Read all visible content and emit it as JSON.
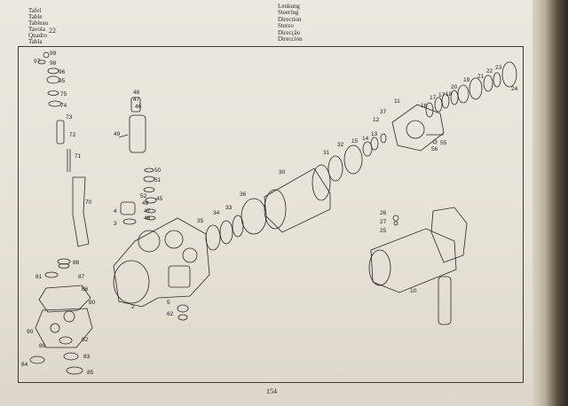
{
  "header": {
    "left_terms": [
      "Tafel",
      "Table",
      "Tableau",
      "Tavola",
      "Quadro",
      "Tabla"
    ],
    "table_number": "22",
    "center_terms": [
      "Lenkung",
      "Steering",
      "Direction",
      "Sterzo",
      "Direcção",
      "Dirección"
    ]
  },
  "page_number": "154",
  "callouts": [
    {
      "id": "99",
      "label": "99"
    },
    {
      "id": "97",
      "label": "97"
    },
    {
      "id": "98",
      "label": "98"
    },
    {
      "id": "96",
      "label": "96"
    },
    {
      "id": "95",
      "label": "95"
    },
    {
      "id": "75",
      "label": "75"
    },
    {
      "id": "74",
      "label": "74"
    },
    {
      "id": "73",
      "label": "73"
    },
    {
      "id": "72",
      "label": "72"
    },
    {
      "id": "71",
      "label": "71"
    },
    {
      "id": "70",
      "label": "70"
    },
    {
      "id": "88",
      "label": "88"
    },
    {
      "id": "81",
      "label": "81"
    },
    {
      "id": "87",
      "label": "87"
    },
    {
      "id": "86",
      "label": "86"
    },
    {
      "id": "80",
      "label": "80"
    },
    {
      "id": "90",
      "label": "90"
    },
    {
      "id": "89",
      "label": "89"
    },
    {
      "id": "82",
      "label": "82"
    },
    {
      "id": "83",
      "label": "83"
    },
    {
      "id": "84",
      "label": "84"
    },
    {
      "id": "85",
      "label": "85"
    },
    {
      "id": "48a",
      "label": "48"
    },
    {
      "id": "47a",
      "label": "47"
    },
    {
      "id": "46",
      "label": "46"
    },
    {
      "id": "49",
      "label": "49"
    },
    {
      "id": "50",
      "label": "50"
    },
    {
      "id": "51",
      "label": "51"
    },
    {
      "id": "52",
      "label": "52"
    },
    {
      "id": "48b",
      "label": "48"
    },
    {
      "id": "45",
      "label": "45"
    },
    {
      "id": "47b",
      "label": "47"
    },
    {
      "id": "48c",
      "label": "48"
    },
    {
      "id": "4",
      "label": "4"
    },
    {
      "id": "3",
      "label": "3"
    },
    {
      "id": "2",
      "label": "2"
    },
    {
      "id": "5",
      "label": "5"
    },
    {
      "id": "62",
      "label": "62"
    },
    {
      "id": "35",
      "label": "35"
    },
    {
      "id": "34",
      "label": "34"
    },
    {
      "id": "33",
      "label": "33"
    },
    {
      "id": "36",
      "label": "36"
    },
    {
      "id": "30",
      "label": "30"
    },
    {
      "id": "31",
      "label": "31"
    },
    {
      "id": "32",
      "label": "32"
    },
    {
      "id": "15",
      "label": "15"
    },
    {
      "id": "14",
      "label": "14"
    },
    {
      "id": "13",
      "label": "13"
    },
    {
      "id": "12",
      "label": "12"
    },
    {
      "id": "37",
      "label": "37"
    },
    {
      "id": "11",
      "label": "11"
    },
    {
      "id": "16",
      "label": "16"
    },
    {
      "id": "17a",
      "label": "17"
    },
    {
      "id": "17b",
      "label": "17"
    },
    {
      "id": "18",
      "label": "18"
    },
    {
      "id": "20",
      "label": "20"
    },
    {
      "id": "19",
      "label": "19"
    },
    {
      "id": "21",
      "label": "21"
    },
    {
      "id": "22",
      "label": "22"
    },
    {
      "id": "23",
      "label": "23"
    },
    {
      "id": "24",
      "label": "24"
    },
    {
      "id": "55",
      "label": "55"
    },
    {
      "id": "56",
      "label": "56"
    },
    {
      "id": "26",
      "label": "26"
    },
    {
      "id": "27",
      "label": "27"
    },
    {
      "id": "25",
      "label": "25"
    },
    {
      "id": "10",
      "label": "10"
    }
  ]
}
